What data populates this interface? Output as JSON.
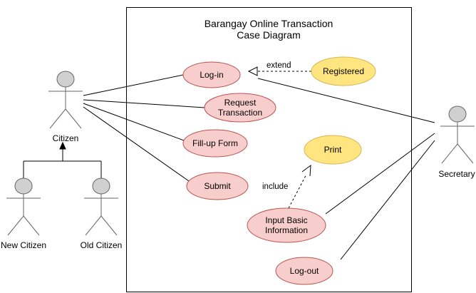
{
  "system": {
    "title_line1": "Barangay Online Transaction",
    "title_line2": "Case Diagram"
  },
  "actors": {
    "citizen": "Citizen",
    "new_citizen": "New Citizen",
    "old_citizen": "Old Citizen",
    "secretary": "Secretary"
  },
  "use_cases": {
    "login": "Log-in",
    "request_line1": "Request",
    "request_line2": "Transaction",
    "fillup": "Fill-up Form",
    "submit": "Submit",
    "input_line1": "Input Basic",
    "input_line2": "Information",
    "logout": "Log-out",
    "registered": "Registered",
    "print": "Print"
  },
  "relations": {
    "extend": "extend",
    "include": "include"
  },
  "colors": {
    "usecase_fill": "#f8cecc",
    "usecase_stroke": "#b85450",
    "ext_fill": "#ffe57f",
    "ext_stroke": "#d6b656",
    "actor_fill": "#d0d0d0",
    "line": "#000000"
  }
}
